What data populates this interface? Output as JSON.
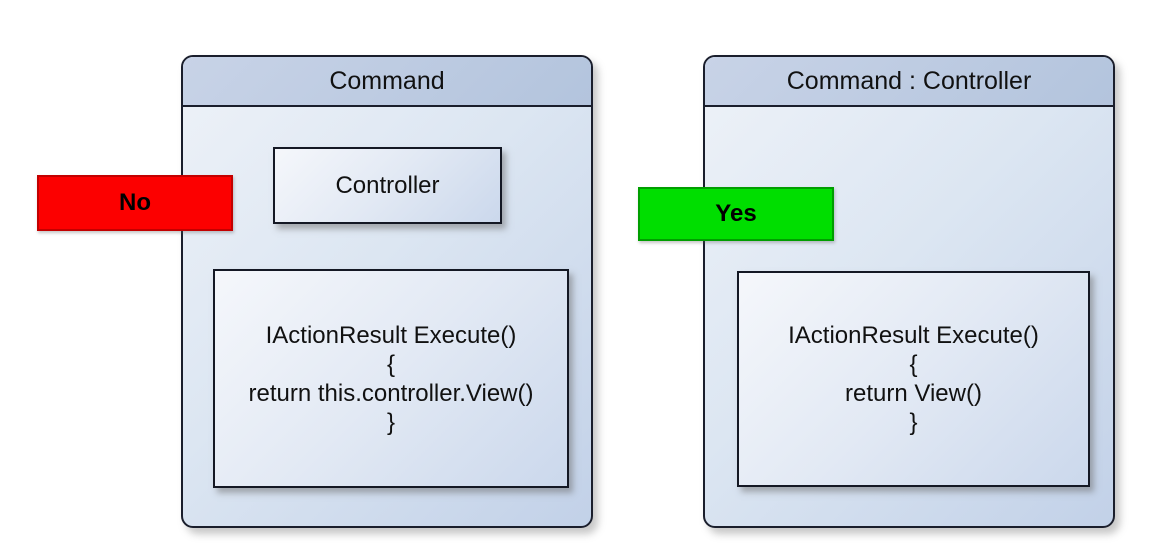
{
  "colors": {
    "background": "#ffffff",
    "panel_border": "#1a1e2c",
    "panel_header_fill": "#b9c8e0",
    "panel_body_fill_top": "#eef2f8",
    "panel_body_fill_bottom": "#c2d1e8",
    "inner_box_fill_top": "#f5f7fb",
    "inner_box_fill_bottom": "#cbd8ec",
    "no_fill": "#fc0000",
    "no_border": "#c30000",
    "yes_fill": "#00de00",
    "yes_border": "#009e00",
    "text": "#111111"
  },
  "left_panel": {
    "title": "Command",
    "member_box_label": "Controller",
    "code_lines": [
      "IActionResult Execute()",
      "{",
      "return this.controller.View()",
      "}"
    ]
  },
  "right_panel": {
    "title": "Command : Controller",
    "code_lines": [
      "IActionResult Execute()",
      "{",
      "return View()",
      "}"
    ]
  },
  "labels": {
    "no": "No",
    "yes": "Yes"
  }
}
